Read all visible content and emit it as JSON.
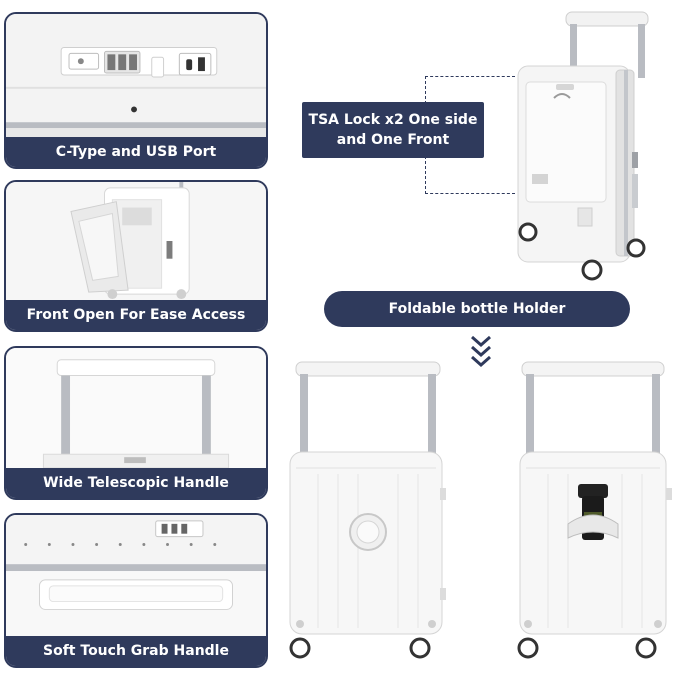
{
  "panels": [
    {
      "caption": "C-Type and USB Port"
    },
    {
      "caption": "Front Open For Ease Access"
    },
    {
      "caption": "Wide Telescopic Handle"
    },
    {
      "caption": "Soft Touch Grab Handle"
    }
  ],
  "callouts": {
    "tsa_lock": "TSA Lock x2 One side and One Front",
    "bottle_holder": "Foldable bottle Holder"
  },
  "colors": {
    "navy": "#2f3a5c",
    "case_white": "#f4f4f4",
    "aluminium": "#b9bcc2"
  },
  "icons": [
    "chevron-down-icon",
    "lock-icon",
    "usb-port-icon",
    "wheel-icon"
  ]
}
